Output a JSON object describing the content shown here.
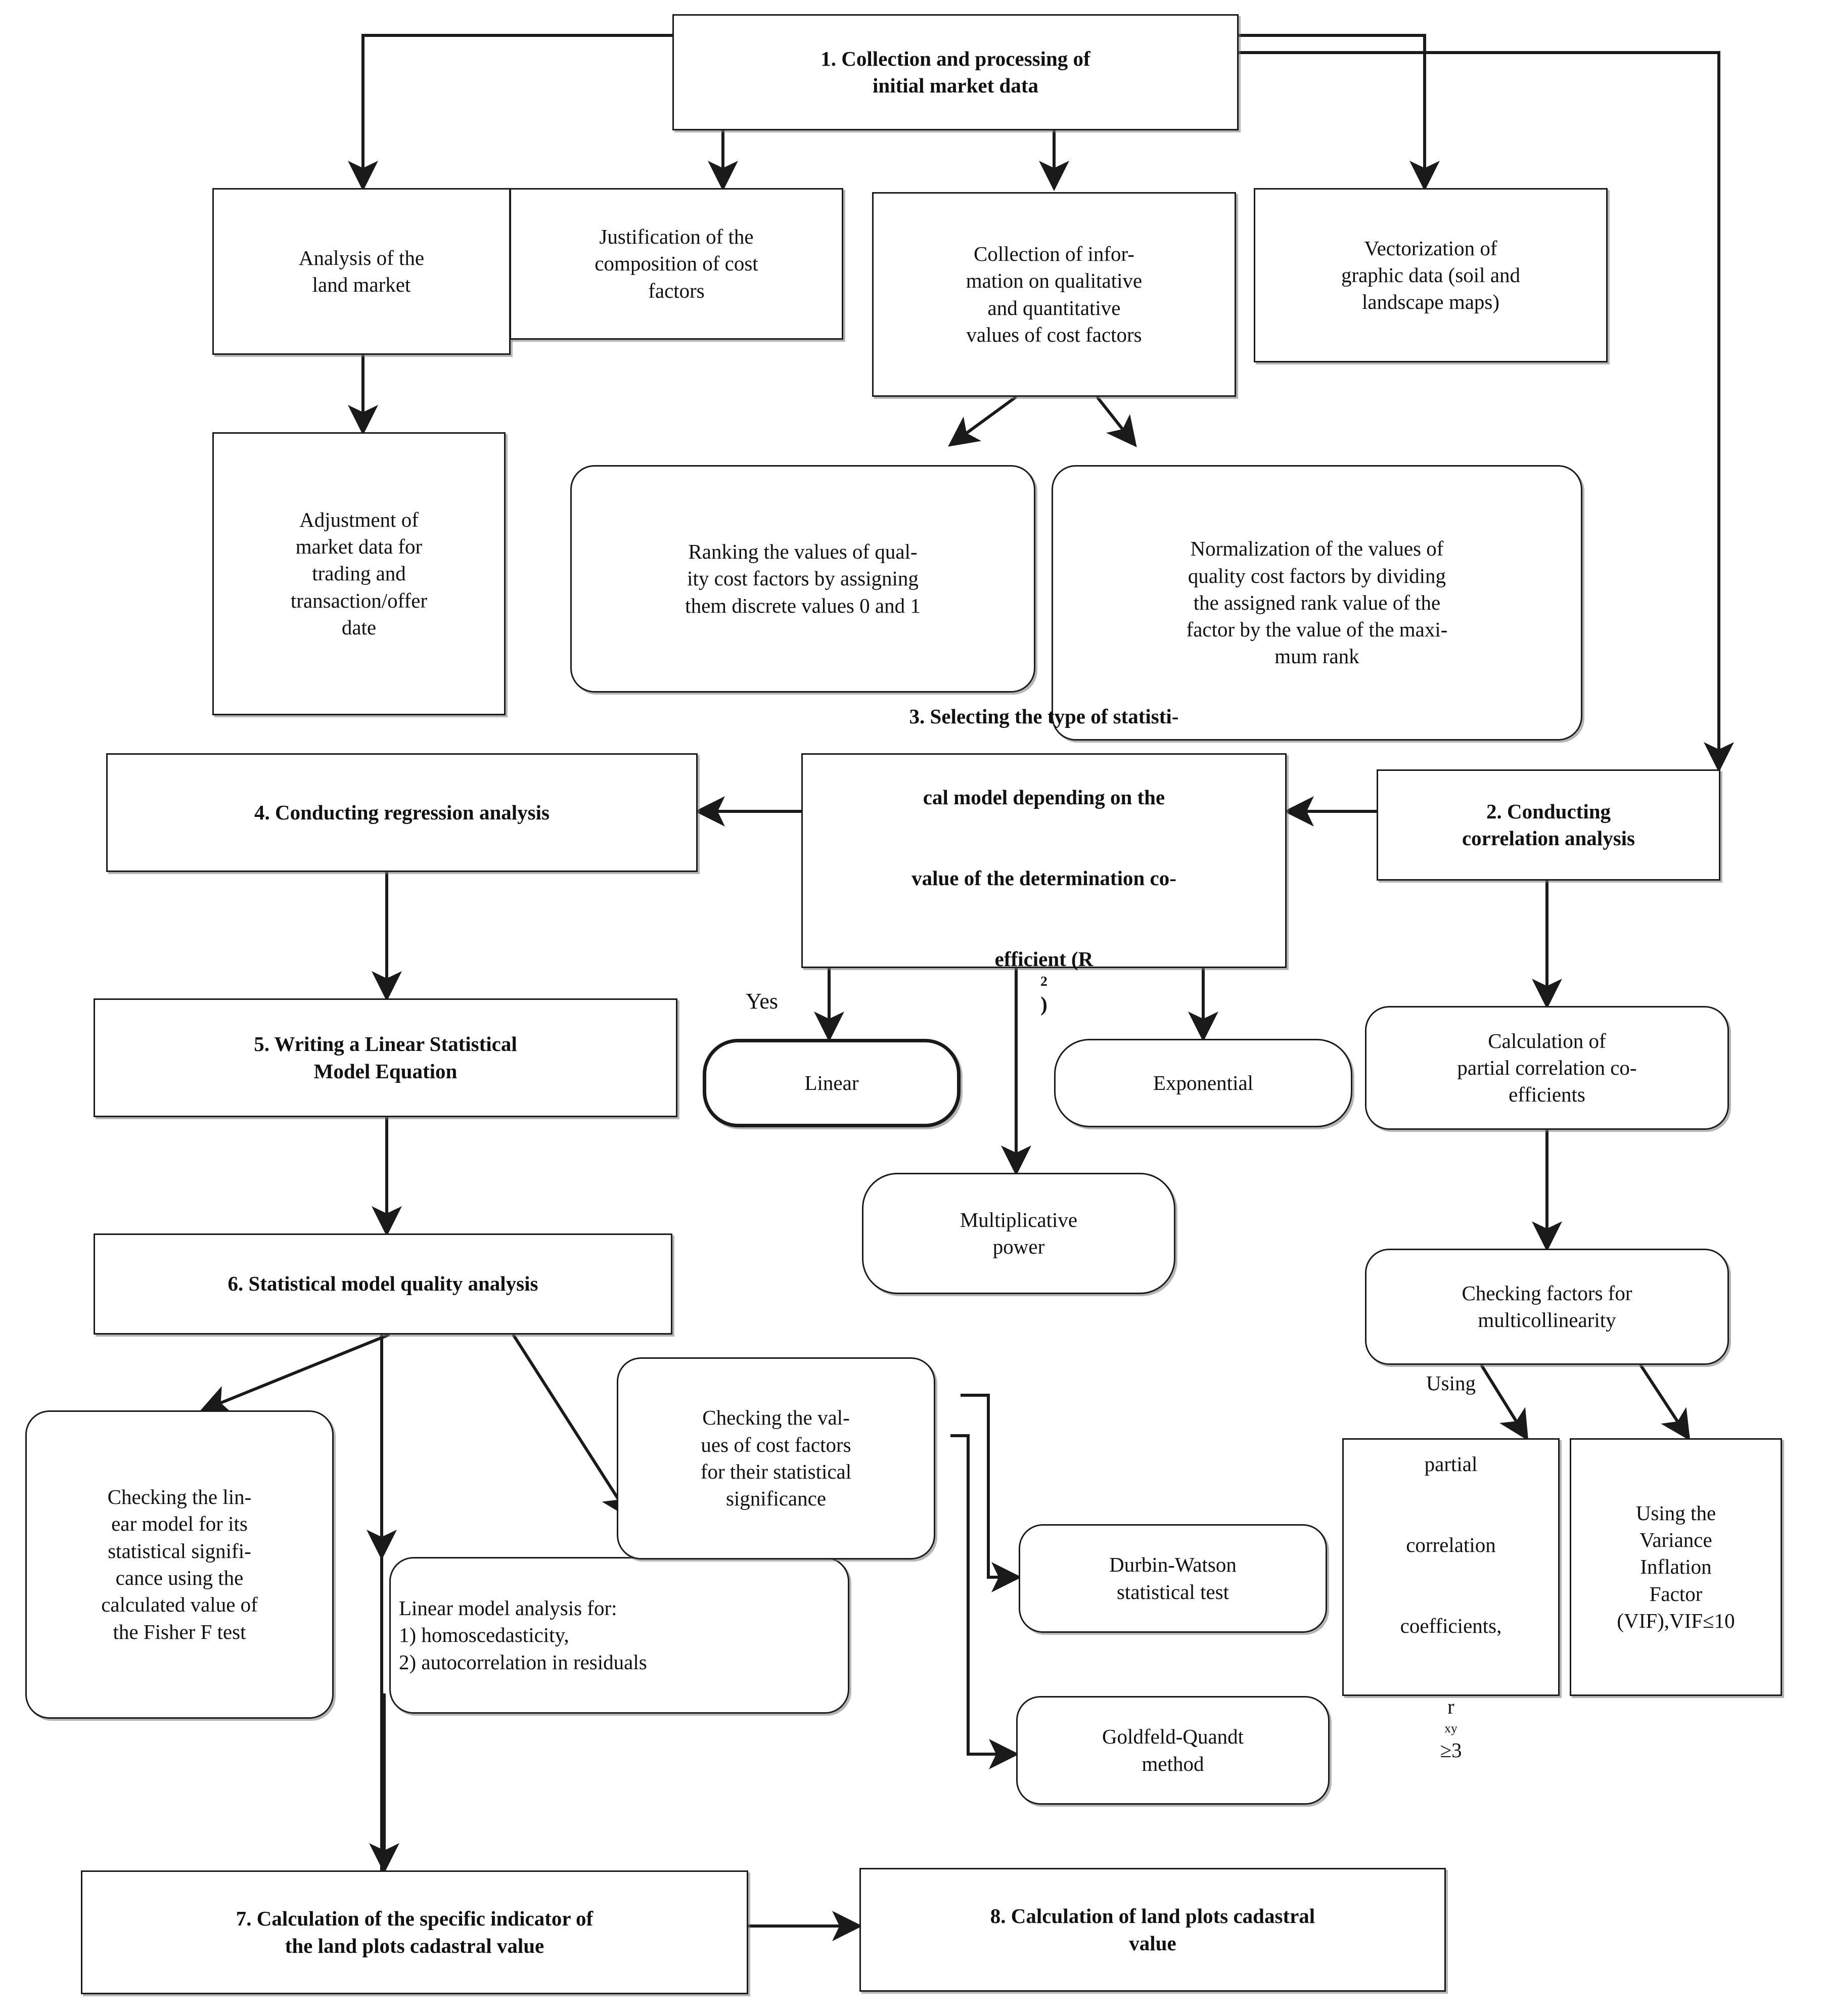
{
  "diagram": {
    "title": "Methodology flowchart for land plots cadastral value determination",
    "colors": {
      "line": "#1a1a1a",
      "box_fill": "#ffffff",
      "text": "#111111",
      "shadow": "#787878"
    },
    "yes_label": "Yes"
  },
  "nodes": {
    "n1": {
      "label": "1. Collection and processing of\ninitial market data"
    },
    "n2": {
      "label": "Analysis of the\nland market"
    },
    "n3": {
      "label": "Justification of the\ncomposition of cost\nfactors"
    },
    "n4": {
      "label": "Collection of    infor-\nmation on qualitative\nand quantitative\nvalues of cost factors"
    },
    "n5": {
      "label": "Vectorization of\ngraphic data (soil and\nlandscape maps)"
    },
    "n6": {
      "label": "Adjustment of\nmarket data for\ntrading and\ntransaction/offer\ndate"
    },
    "n7": {
      "label": "Ranking the values of qual-\nity cost factors by assigning\nthem discrete values 0 and 1"
    },
    "n8": {
      "label": "Normalization of the values of\nquality cost factors by dividing\nthe assigned rank value of the\nfactor by the value of the maxi-\nmum rank"
    },
    "n9": {
      "label": "4. Conducting regression analysis"
    },
    "n10": {
      "label_line1": "3. Selecting the type of statisti-",
      "label_line2": "cal model depending on the",
      "label_line3": "value of the determination co-",
      "label_line4_pre": "efficient (R",
      "label_line4_sup": "2",
      "label_line4_post": ")"
    },
    "n11": {
      "label": "2. Conducting\ncorrelation analysis"
    },
    "n12": {
      "label": "5. Writing a Linear   Statistical\nModel Equation"
    },
    "n13": {
      "label": "Linear"
    },
    "n14": {
      "label": "Exponential"
    },
    "n15": {
      "label": "Multiplicative\npower"
    },
    "n16": {
      "label": "Calculation of\npartial correlation co-\nefficients"
    },
    "n17": {
      "label": "6. Statistical model quality analysis"
    },
    "n18": {
      "label": "Checking factors for\nmulticollinearity"
    },
    "n19": {
      "label": "Checking the lin-\near model for its\nstatistical signifi-\ncance using the\ncalculated value of\nthe Fisher F test"
    },
    "n20": {
      "label": "Linear model analysis for:\n1) homoscedasticity,\n2) autocorrelation in residuals"
    },
    "n21": {
      "label": "Checking the val-\nues of cost factors\nfor their statistical\nsignificance"
    },
    "n22": {
      "label": "Durbin-Watson\nstatistical test"
    },
    "n23": {
      "label": "Goldfeld-Quandt\nmethod"
    },
    "n24": {
      "label_line1": "Using",
      "label_line2": "partial",
      "label_line3": "correlation",
      "label_line4": "coefficients,",
      "label_line5_pre": "r",
      "label_line5_sub": "xy",
      "label_line5_post": " ≥3"
    },
    "n25": {
      "label": "Using the\nVariance\nInflation\nFactor\n(VIF),VIF≤10"
    },
    "n26": {
      "label": "7. Calculation of the specific indicator of\nthe land plots cadastral value"
    },
    "n27": {
      "label": "8. Calculation of land plots cadastral\nvalue"
    }
  }
}
